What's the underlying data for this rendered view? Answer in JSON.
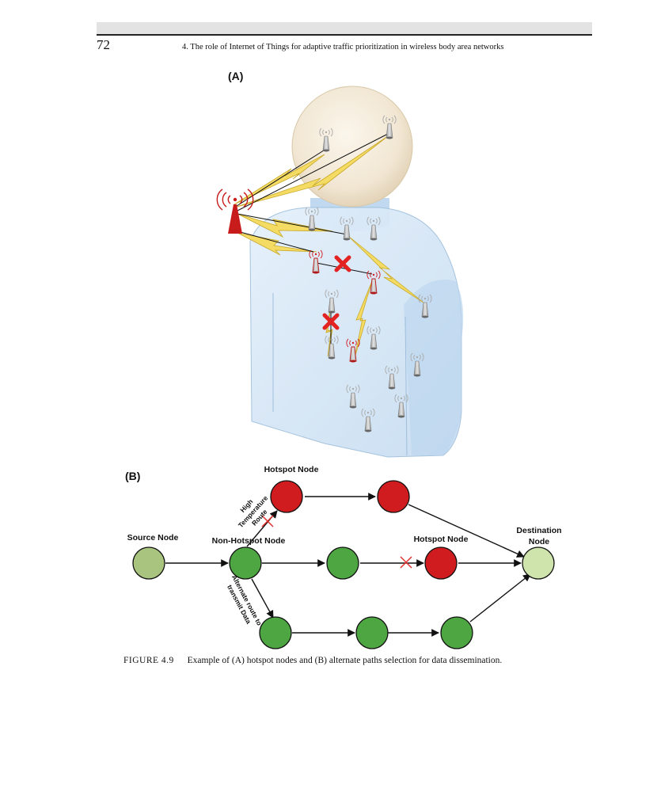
{
  "page": {
    "number": "72",
    "running_head": "4. The role of Internet of Things for adaptive traffic prioritization in wireless body area networks"
  },
  "figure": {
    "panel_a_label": "(A)",
    "panel_b_label": "(B)",
    "caption_label": "FIGURE 4.9",
    "caption_text": "Example of (A) hotspot nodes and (B) alternate paths selection for data dissemination."
  },
  "diagram_b": {
    "labels": {
      "hotspot_top": "Hotspot Node",
      "source": "Source Node",
      "non_hotspot": "Non-Hotspot Node",
      "hotspot_mid": "Hotspot Node",
      "destination_line1": "Destination",
      "destination_line2": "Node",
      "high_temp_line1": "High",
      "high_temp_line2": "Temperature",
      "high_temp_line3": "Route",
      "alternate_line1": "Alternate route to",
      "alternate_line2": "transmit Data"
    },
    "colors": {
      "hotspot": "#d01c1f",
      "normal": "#4ea642",
      "source": "#a9c47f",
      "destination": "#cfe3ad",
      "blocked": "#e03030"
    }
  },
  "diagram_a": {
    "colors": {
      "body": "#cfe3f5",
      "head": "#f3ead8",
      "sensor": "#b8b8b8",
      "sensor_hot": "#d01c1f",
      "tower": "#c81c1c",
      "link": "#f0d34a",
      "cross": "#e32222"
    }
  }
}
